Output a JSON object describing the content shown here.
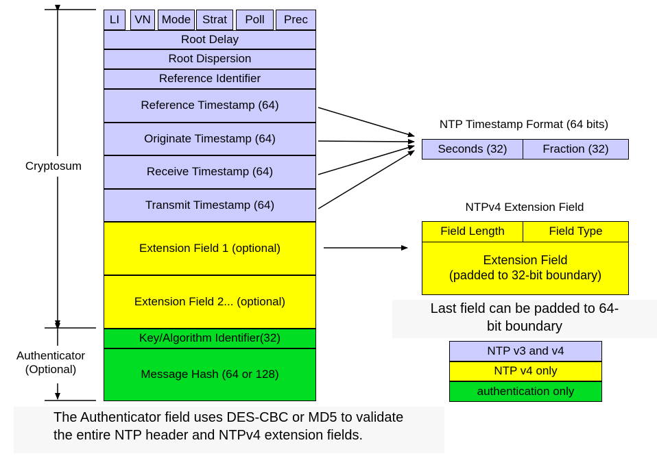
{
  "packet": {
    "header_fields": [
      "LI",
      "VN",
      "Mode",
      "Strat",
      "Poll",
      "Prec"
    ],
    "root_delay": "Root Delay",
    "root_dispersion": "Root Dispersion",
    "reference_identifier": "Reference Identifier",
    "reference_timestamp": "Reference Timestamp (64)",
    "originate_timestamp": "Originate Timestamp (64)",
    "receive_timestamp": "Receive Timestamp (64)",
    "transmit_timestamp": "Transmit Timestamp (64)",
    "extension_field_1": "Extension Field 1 (optional)",
    "extension_field_2": "Extension Field 2... (optional)",
    "key_algorithm_identifier": "Key/Algorithm Identifier(32)",
    "message_hash": "Message Hash (64 or 128)"
  },
  "side_labels": {
    "cryptosum": "Cryptosum",
    "authenticator_line1": "Authenticator",
    "authenticator_line2": "(Optional)"
  },
  "timestamp_format": {
    "title": "NTP  Timestamp Format (64 bits)",
    "seconds": "Seconds (32)",
    "fraction": "Fraction (32)"
  },
  "extension_field": {
    "title": "NTPv4 Extension Field",
    "field_length": "Field Length",
    "field_type": "Field Type",
    "body_line1": "Extension Field",
    "body_line2": "(padded to 32-bit boundary)",
    "note_line1": "Last field can be padded to 64-",
    "note_line2": "bit boundary"
  },
  "legend": {
    "v3_v4": "NTP  v3 and v4",
    "v4_only": "NTP  v4 only",
    "auth_only": "authentication only"
  },
  "footnote": {
    "line1": "The Authenticator field uses DES-CBC or MD5 to validate",
    "line2": "the entire NTP header and NTPv4 extension fields."
  },
  "colors": {
    "v3_v4": "#ccccff",
    "v4_only": "#ffff00",
    "auth_only": "#00dd22"
  }
}
